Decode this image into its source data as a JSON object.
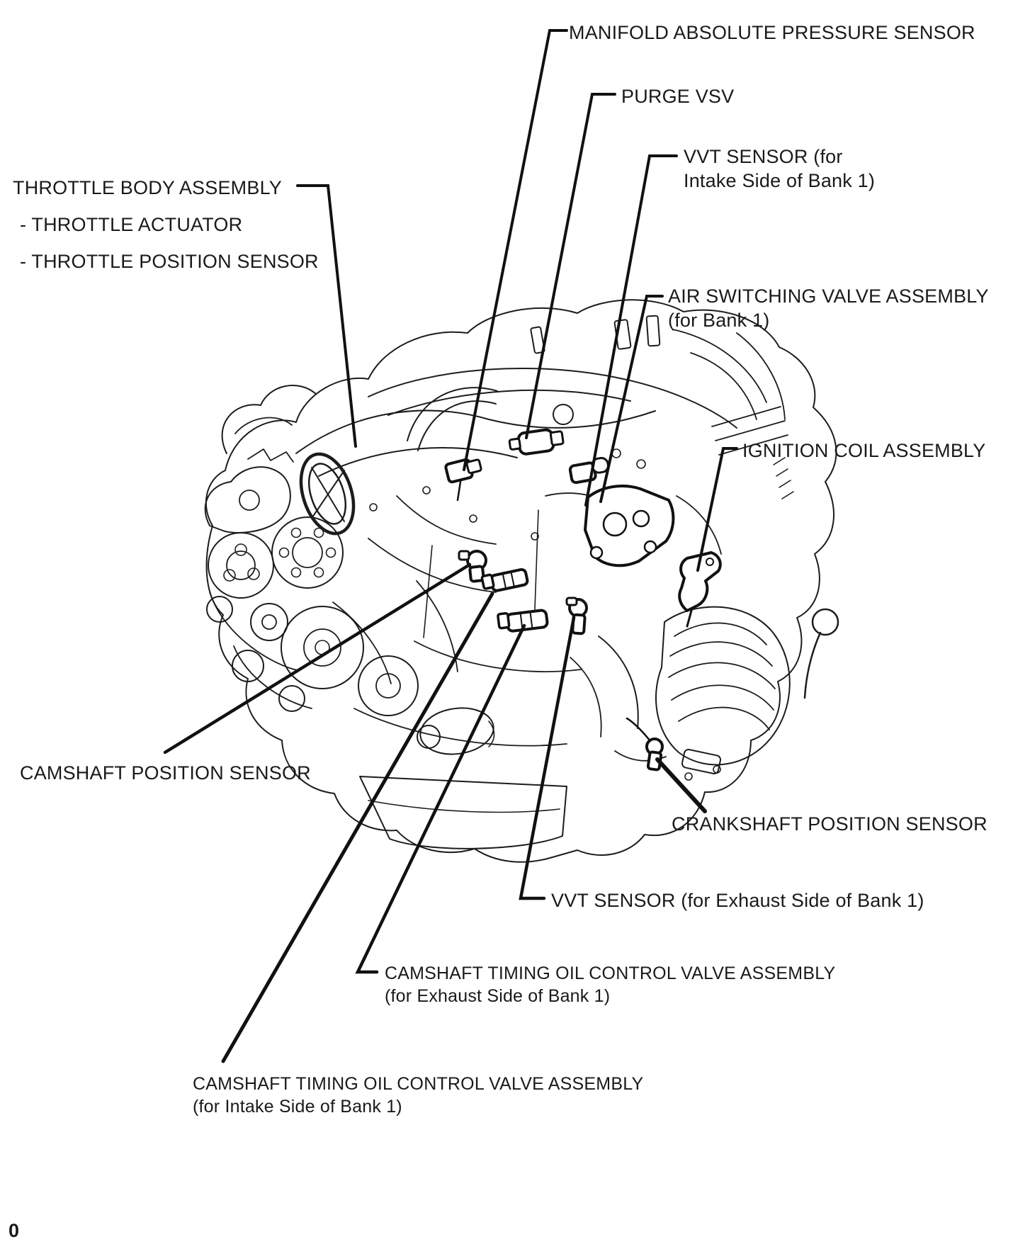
{
  "colors": {
    "ink": "#1a1a1a",
    "background": "#ffffff"
  },
  "page": {
    "footer_mark": "0"
  },
  "labels": {
    "map_sensor": {
      "line1": "MANIFOLD ABSOLUTE PRESSURE SENSOR"
    },
    "purge_vsv": {
      "line1": "PURGE VSV"
    },
    "vvt_intake": {
      "line1": "VVT SENSOR (for",
      "line2": "Intake Side of Bank 1)"
    },
    "throttle_body": {
      "line1": "THROTTLE BODY ASSEMBLY",
      "sub1": "- THROTTLE ACTUATOR",
      "sub2": "- THROTTLE POSITION SENSOR"
    },
    "air_switching": {
      "line1": "AIR SWITCHING VALVE ASSEMBLY",
      "line2": "(for Bank 1)"
    },
    "ignition_coil": {
      "line1": "IGNITION COIL ASSEMBLY"
    },
    "camshaft_position": {
      "line1": "CAMSHAFT POSITION SENSOR"
    },
    "crankshaft_position": {
      "line1": "CRANKSHAFT POSITION SENSOR"
    },
    "vvt_exhaust": {
      "line1": "VVT SENSOR (for Exhaust Side of Bank 1)"
    },
    "ocv_exhaust": {
      "line1": "CAMSHAFT TIMING OIL CONTROL VALVE ASSEMBLY",
      "line2": "(for Exhaust Side of Bank 1)"
    },
    "ocv_intake": {
      "line1": "CAMSHAFT TIMING OIL CONTROL VALVE ASSEMBLY",
      "line2": "(for Intake Side of Bank 1)"
    }
  }
}
